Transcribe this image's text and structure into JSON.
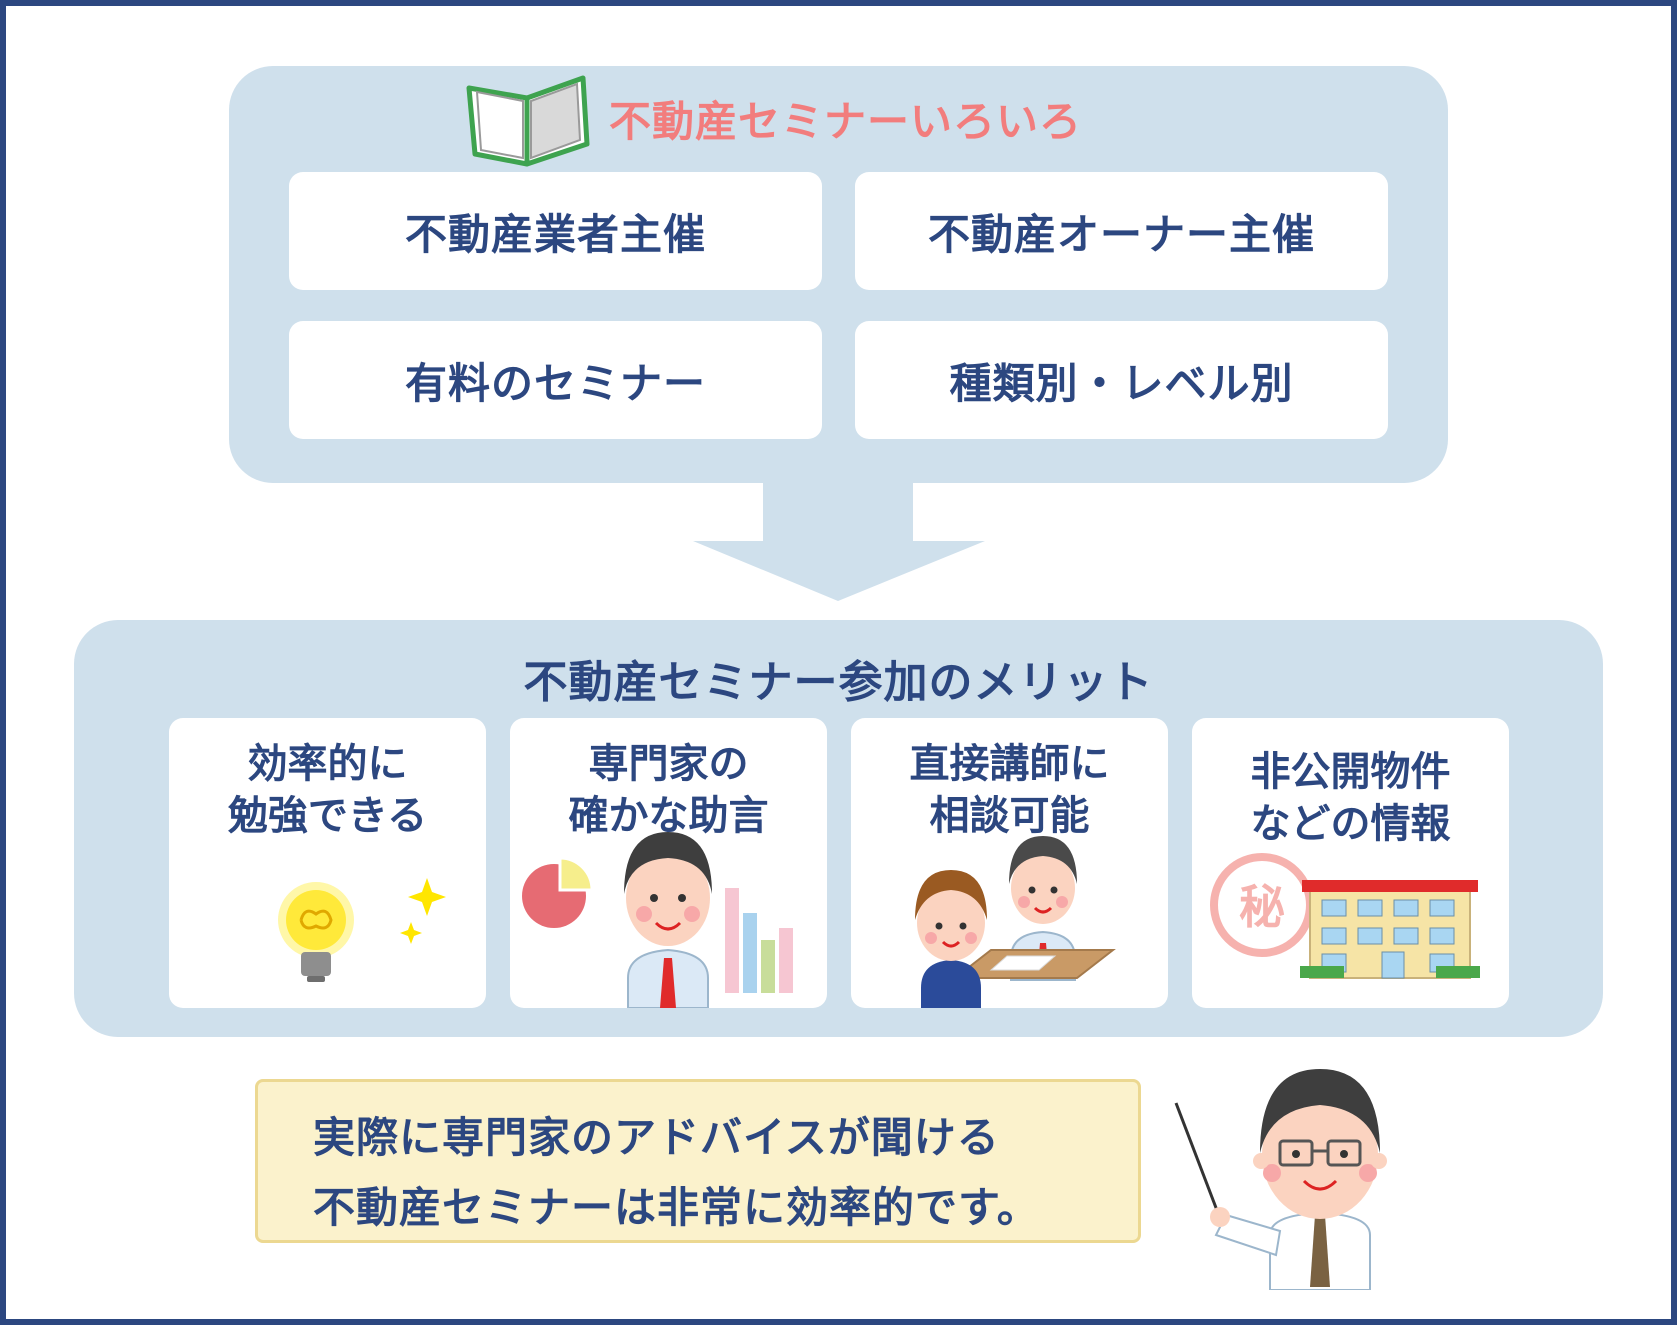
{
  "types_section": {
    "title": "不動産セミナーいろいろ",
    "items": [
      "不動産業者主催",
      "不動産オーナー主催",
      "有料のセミナー",
      "種類別・レベル別"
    ]
  },
  "merits_section": {
    "title": "不動産セミナー参加のメリット",
    "cards": [
      {
        "line1": "効率的に",
        "line2": "勉強できる",
        "icon": "lightbulb-icon"
      },
      {
        "line1": "専門家の",
        "line2": "確かな助言",
        "icon": "advisor-chart-icon"
      },
      {
        "line1": "直接講師に",
        "line2": "相談可能",
        "icon": "consultation-icon"
      },
      {
        "line1": "非公開物件",
        "line2": "などの情報",
        "icon": "secret-property-icon",
        "stamp": "秘"
      }
    ]
  },
  "note": {
    "line1": "実際に専門家のアドバイスが聞ける",
    "line2": "不動産セミナーは非常に効率的です。"
  },
  "colors": {
    "frame": "#2c4780",
    "panel": "#cfe0ec",
    "heading_pink": "#f27d7d",
    "text_navy": "#2c4780",
    "note_bg": "#fbf2cc"
  }
}
